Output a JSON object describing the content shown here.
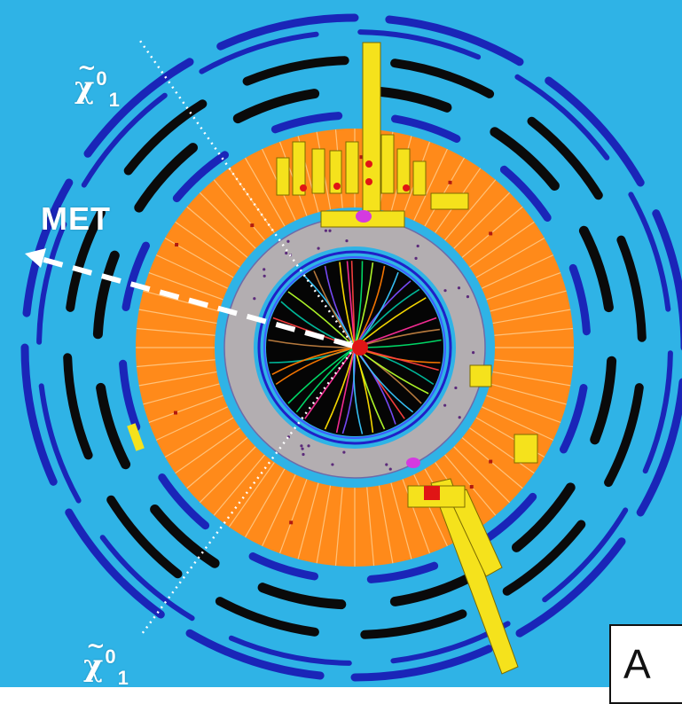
{
  "figure": {
    "panel_letter": "A",
    "met_label": "MET",
    "neutralino_top": {
      "symbol": "χ",
      "tilde": "~",
      "sup": "0",
      "sub": "1"
    },
    "neutralino_bottom": {
      "symbol": "χ",
      "tilde": "~",
      "sup": "0",
      "sub": "1"
    }
  },
  "colors": {
    "background": "#2fb3e6",
    "muon_blue": "#1a25b8",
    "muon_black": "#0a0a0a",
    "hcal_orange": "#ff8a1a",
    "ecal_grey": "#b3aeb1",
    "tracker_black": "#050505",
    "energy_yellow": "#f5e21c",
    "vertex_red": "#e01515",
    "accent_magenta": "#d43ae0"
  },
  "icons": {
    "met_arrow": "dashed-arrow-icon",
    "neutralino_lines": "dotted-line-icon"
  }
}
